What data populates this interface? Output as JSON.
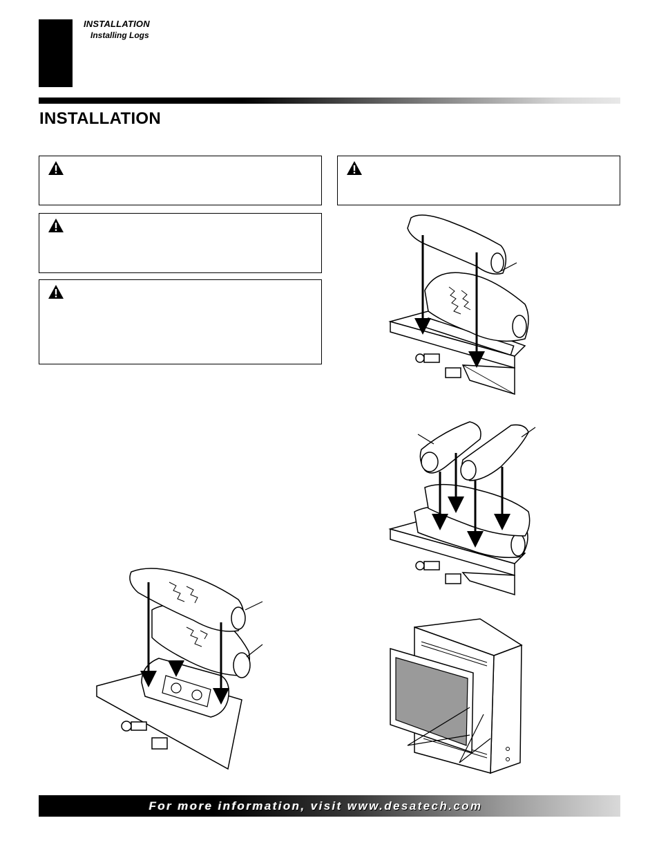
{
  "header": {
    "section": "INSTALLATION",
    "subsection": "Installing Logs"
  },
  "page_title": "INSTALLATION",
  "icons": {
    "warning": "warning-triangle-icon"
  },
  "footer": {
    "text": "For more information, visit www.desatech.com"
  },
  "colors": {
    "ink": "#000000",
    "paper": "#ffffff",
    "glass": "#9a9a9a"
  }
}
